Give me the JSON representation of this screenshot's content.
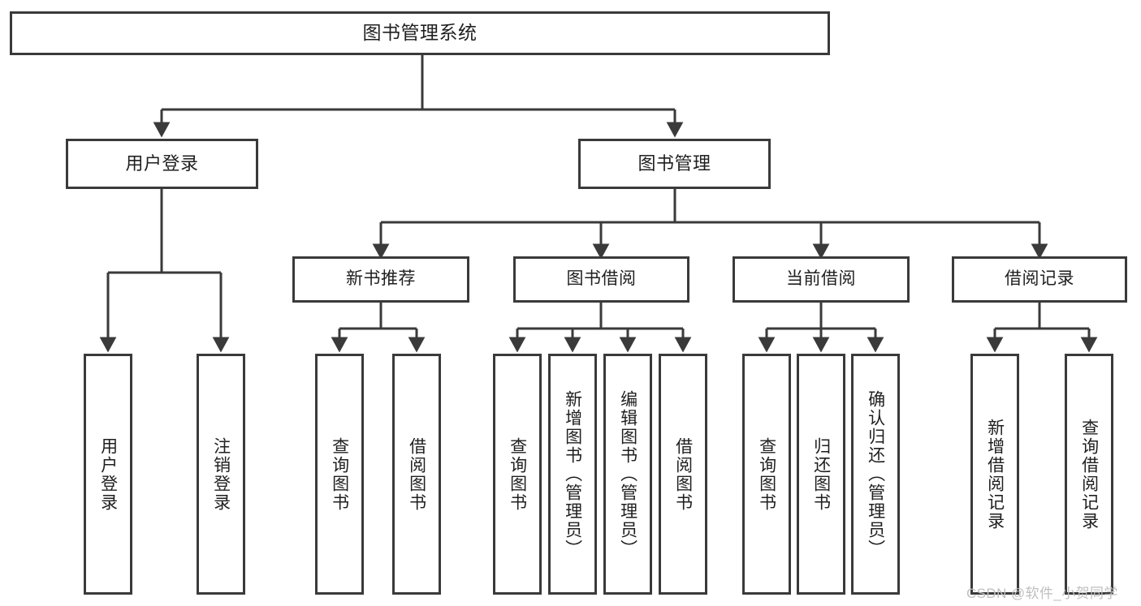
{
  "diagram": {
    "type": "hierarchy-tree",
    "title": "图书管理系统",
    "watermark": "CSDN @软件_小贺同学",
    "colors": {
      "background": "#ffffff",
      "box_border": "#3a3a3a",
      "box_fill": "#ffffff",
      "connector": "#3a3a3a",
      "text": "#1f1f1f",
      "watermark": "#bfbfbf"
    },
    "root": {
      "label": "图书管理系统"
    },
    "level2": [
      {
        "label": "用户登录"
      },
      {
        "label": "图书管理"
      }
    ],
    "level3": [
      {
        "label": "新书推荐"
      },
      {
        "label": "图书借阅"
      },
      {
        "label": "当前借阅"
      },
      {
        "label": "借阅记录"
      }
    ],
    "leaves": {
      "user_login": [
        {
          "label": "用户登录"
        },
        {
          "label": "注销登录"
        }
      ],
      "new_book_recommend": [
        {
          "label": "查询图书"
        },
        {
          "label": "借阅图书"
        }
      ],
      "book_borrow": [
        {
          "label": "查询图书"
        },
        {
          "label": "新增图书（管理员）"
        },
        {
          "label": "编辑图书（管理员）"
        },
        {
          "label": "借阅图书"
        }
      ],
      "current_borrow": [
        {
          "label": "查询图书"
        },
        {
          "label": "归还图书"
        },
        {
          "label": "确认归还（管理员）"
        }
      ],
      "borrow_record": [
        {
          "label": "新增借阅记录"
        },
        {
          "label": "查询借阅记录"
        }
      ]
    }
  }
}
